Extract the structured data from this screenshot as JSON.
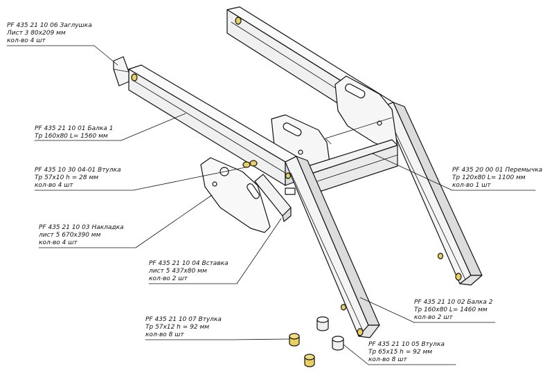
{
  "parts": [
    {
      "id": "zaglushka",
      "lines": [
        "PF 435 21 10 06 Заглушка",
        "Лист 3   80x209 мм",
        "кол-во 4 шт"
      ]
    },
    {
      "id": "balka1",
      "lines": [
        "PF 435 21 10 01 Балка 1",
        "Тр 160x80  L= 1560 мм"
      ]
    },
    {
      "id": "vtulka1",
      "lines": [
        "PF 435 10 30 04-01 Втулка",
        "Тр 57x10  h = 28 мм",
        "кол-во 4 шт"
      ]
    },
    {
      "id": "nakladka",
      "lines": [
        "PF 435 21 10 03 Накладка",
        "лист 5    670x390 мм",
        "кол-во 4 шт"
      ]
    },
    {
      "id": "vstavka",
      "lines": [
        "PF 435 21 10 04 Вставка",
        "лист 5  437x80 мм",
        "кол-во 2 шт"
      ]
    },
    {
      "id": "vtulka07",
      "lines": [
        "PF 435 21 10 07 Втулка",
        "Тр 57x12  h = 92 мм",
        "кол-во 8 шт"
      ]
    },
    {
      "id": "peremychka",
      "lines": [
        "PF 435 20 00 01 Перемычка",
        "Тр 120x80  L= 1100 мм",
        "кол-во 1 шт"
      ]
    },
    {
      "id": "balka2",
      "lines": [
        "PF 435 21 10 02 Балка 2",
        "Тр 160x80  L= 1460 мм",
        "кол-во 2 шт"
      ]
    },
    {
      "id": "vtulka05",
      "lines": [
        "PF 435 21 10 05 Втулка",
        "Тр 65x15  h = 92 мм",
        "кол-во 8 шт"
      ]
    }
  ],
  "colors": {
    "line": "#111111",
    "part_fill": "#f4f4f4",
    "part_shade": "#dcdcdc",
    "bushing": "#e8d060"
  }
}
